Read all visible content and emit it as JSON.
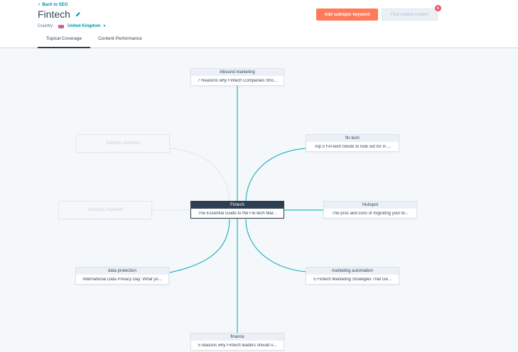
{
  "header": {
    "back_label": "Back to SEO",
    "title": "Fintech",
    "country_label": "Country",
    "country_value": "United Kingdom",
    "add_button": "Add subtopic keyword",
    "find_button": "Find related content",
    "badge_count": "6"
  },
  "tabs": [
    {
      "label": "Topical Coverage",
      "active": true
    },
    {
      "label": "Content Performance",
      "active": false
    }
  ],
  "center": {
    "keyword": "Fintech",
    "page": "The Essential Guide to the Fin-tech Mar..."
  },
  "subtopics": [
    {
      "keyword": "inbound marketing",
      "page": "7 Reasons why Fintech Companies Sho..."
    },
    {
      "keyword": "fin-tech",
      "page": "Top 5 Fin-tech trends to look out for in ..."
    },
    {
      "keyword": "Hubspot",
      "page": "The pros and cons of migrating your bl..."
    },
    {
      "keyword": "marketing automation",
      "page": "5 Fintech Marketing Strategies That Ge..."
    },
    {
      "keyword": "finance",
      "page": "5 reasons why Fintech leaders should o..."
    },
    {
      "keyword": "data protection",
      "page": "International Data Privacy Day: What yo..."
    }
  ],
  "placeholders": [
    "Subtopic Keyword",
    "Subtopic Keyword"
  ],
  "colors": {
    "accent": "#ff7a59",
    "link": "#0091ae",
    "connector": "#00a4bd",
    "dark": "#2d3e50"
  }
}
